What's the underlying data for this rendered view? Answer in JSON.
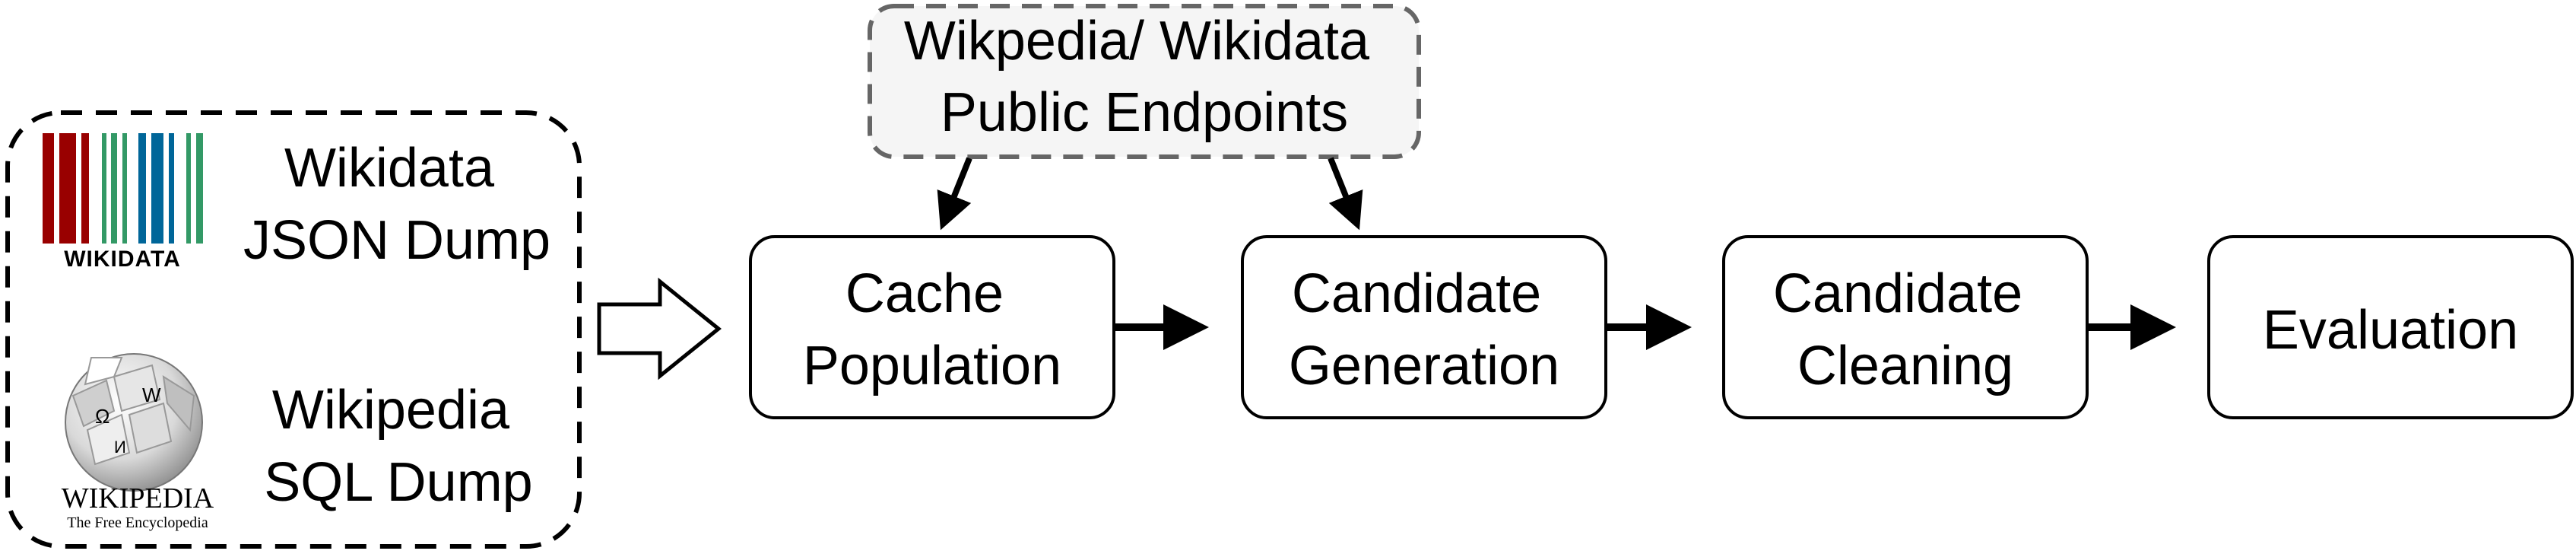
{
  "sources": {
    "wikidata": {
      "logo_text": "WIKIDATA",
      "label_lines": [
        "Wikidata",
        "JSON Dump"
      ]
    },
    "wikipedia": {
      "logo_text": "WIKIPEDIA",
      "logo_subtext": "The Free Encyclopedia",
      "label_lines": [
        "Wikipedia",
        "SQL Dump"
      ]
    }
  },
  "endpoints": {
    "label_lines": [
      "Wikpedia/ Wikidata",
      "Public Endpoints"
    ]
  },
  "pipeline": [
    {
      "id": "cache",
      "label_lines": [
        "Cache",
        "Population"
      ]
    },
    {
      "id": "generation",
      "label_lines": [
        "Candidate",
        "Generation"
      ]
    },
    {
      "id": "cleaning",
      "label_lines": [
        "Candidate",
        "Cleaning"
      ]
    },
    {
      "id": "evaluation",
      "label_lines": [
        "Evaluation"
      ]
    }
  ],
  "colors": {
    "wikidata_red": "#990000",
    "wikidata_green": "#339966",
    "wikidata_blue": "#006699",
    "endpoints_fill": "#f5f5f5",
    "endpoints_border": "#666666",
    "stroke": "#000000"
  }
}
